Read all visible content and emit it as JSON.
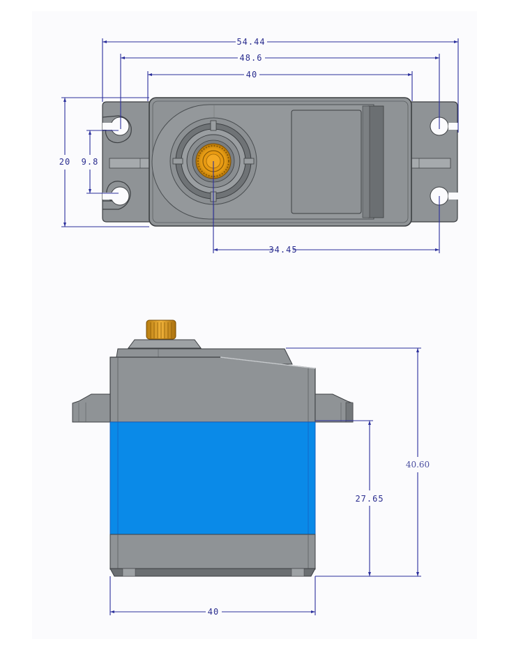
{
  "drawing": {
    "title": "Servo dimension drawing",
    "colors": {
      "dimension_line": "#2b2f9c",
      "housing": "#8f9396",
      "housing_dark": "#6b6f72",
      "housing_light": "#a6aaad",
      "outline": "#3c3f42",
      "label_band": "#0a8ae8",
      "gear": "#e8a21a",
      "background": "#fbfbfd"
    },
    "top_view": {
      "dimensions": {
        "overall_length": "54.44",
        "mounting_hole_spacing": "48.6",
        "body_length": "40",
        "body_width": "20",
        "hole_pitch": "9.8",
        "shaft_to_hole": "34.45"
      }
    },
    "side_view": {
      "dimensions": {
        "overall_height": "40.60",
        "mount_to_bottom": "27.65",
        "body_length": "40"
      }
    }
  }
}
